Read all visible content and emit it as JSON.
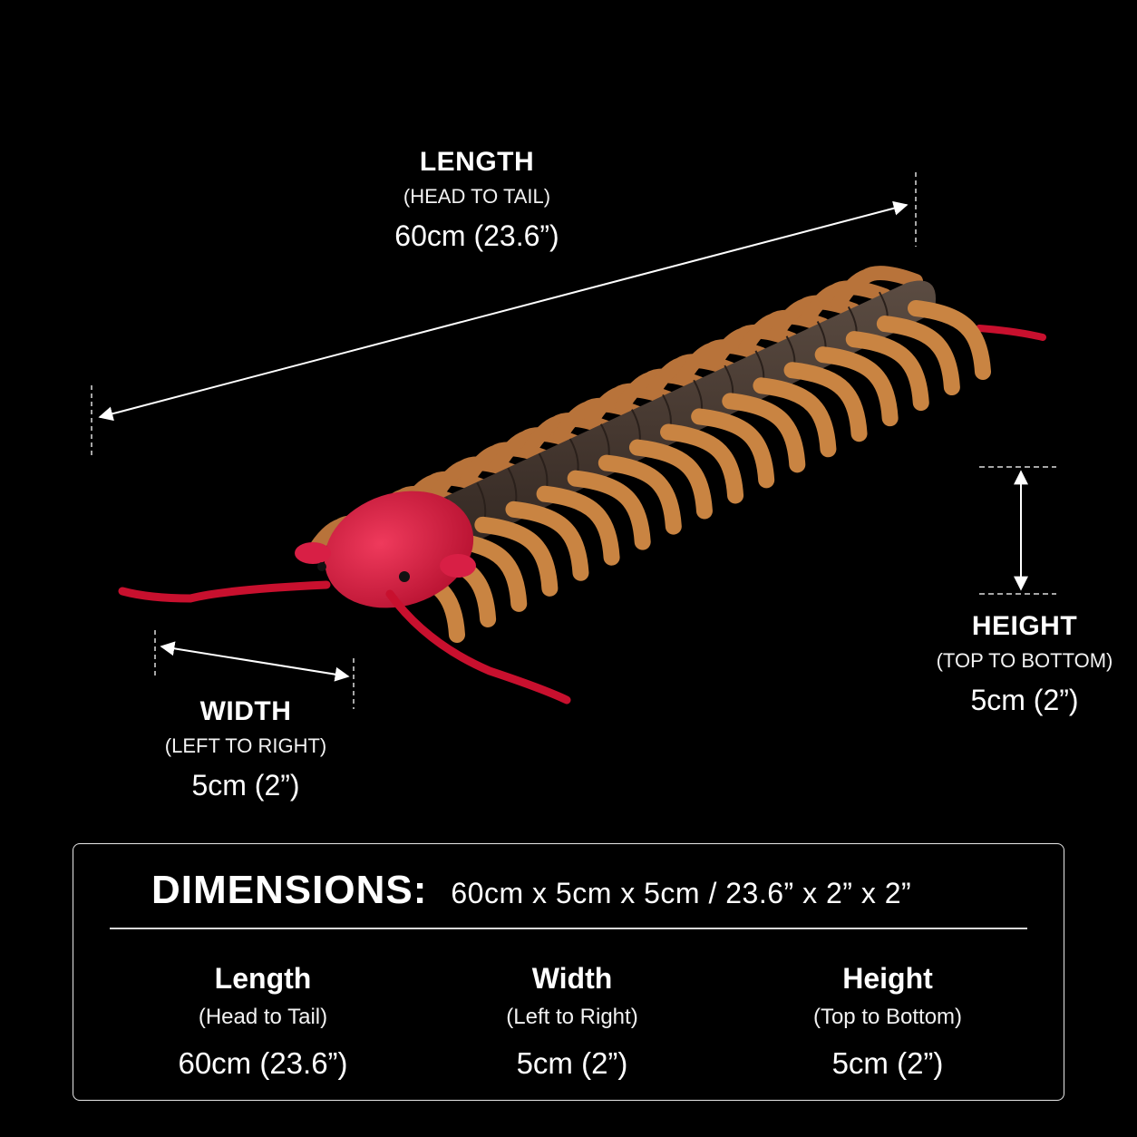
{
  "callouts": {
    "length": {
      "title": "LENGTH",
      "subtitle": "(HEAD TO TAIL)",
      "value": "60cm (23.6”)"
    },
    "width": {
      "title": "WIDTH",
      "subtitle": "(LEFT TO RIGHT)",
      "value": "5cm (2”)"
    },
    "height": {
      "title": "HEIGHT",
      "subtitle": "(TOP TO BOTTOM)",
      "value": "5cm (2”)"
    }
  },
  "summary": {
    "heading": "DIMENSIONS:",
    "totals": "60cm x 5cm x 5cm  /  23.6” x 2” x 2”",
    "columns": [
      {
        "title": "Length",
        "subtitle": "(Head to Tail)",
        "value": "60cm (23.6”)"
      },
      {
        "title": "Width",
        "subtitle": "(Left to Right)",
        "value": "5cm (2”)"
      },
      {
        "title": "Height",
        "subtitle": "(Top to Bottom)",
        "value": "5cm (2”)"
      }
    ]
  },
  "colors": {
    "background": "#000000",
    "body": "#4a3c34",
    "legs": "#c27a3a",
    "head": "#d81f45",
    "antenna": "#c8102e",
    "text": "#ffffff"
  },
  "icons": {
    "product": "centipede-plush-illustration",
    "arrows": "double-headed-measure-arrow"
  }
}
